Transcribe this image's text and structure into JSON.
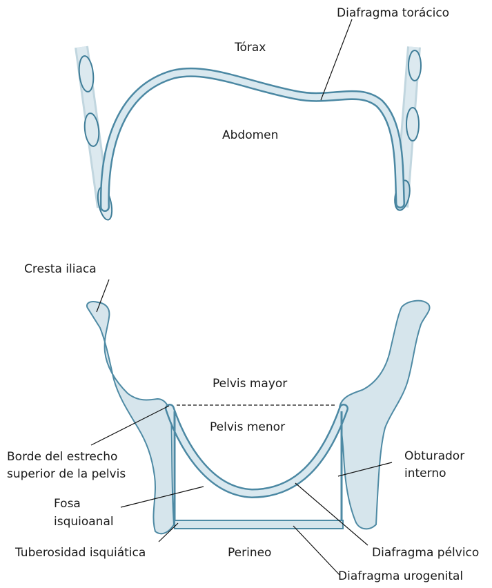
{
  "labels": {
    "thoracic_diaphragm": "Diafragma torácico",
    "thorax": "Tórax",
    "abdomen": "Abdomen",
    "iliac_crest": "Cresta iliaca",
    "greater_pelvis": "Pelvis mayor",
    "lesser_pelvis": "Pelvis menor",
    "pelvic_inlet_line1": "Borde del estrecho",
    "pelvic_inlet_line2": "superior de la pelvis",
    "obturator_line1": "Obturador",
    "obturator_line2": "interno",
    "ischioanal_line1": "Fosa",
    "ischioanal_line2": "isquioanal",
    "ischial_tuberosity": "Tuberosidad isquiática",
    "perineum": "Perineo",
    "pelvic_diaphragm": "Diafragma pélvico",
    "urogenital_diaphragm": "Diafragma urogenital"
  },
  "colors": {
    "bone_fill": "#d6e5ec",
    "outline": "#4e8aa4",
    "text": "#1a1a1a"
  }
}
